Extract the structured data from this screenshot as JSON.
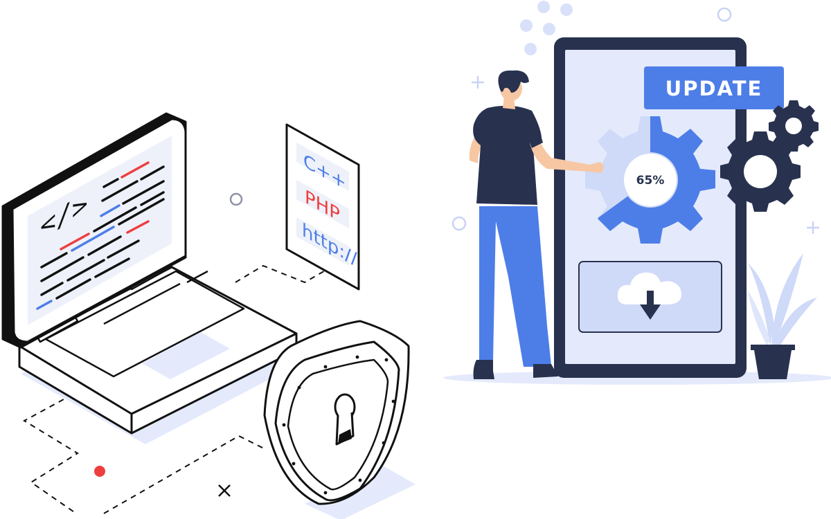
{
  "update_badge": {
    "label": "UPDATE"
  },
  "gear_progress": {
    "percent_label": "65%",
    "progress": 0.65
  },
  "code_card": {
    "items": [
      "C++",
      "PHP",
      "http://"
    ]
  },
  "laptop_screen": {
    "code_symbol": "</>"
  },
  "colors": {
    "navy": "#28324f",
    "blue": "#4d7ee8",
    "light_blue": "#cfd9f8",
    "pale_blue": "#e4eafc",
    "red": "#ee3e3e",
    "line": "#111111"
  }
}
